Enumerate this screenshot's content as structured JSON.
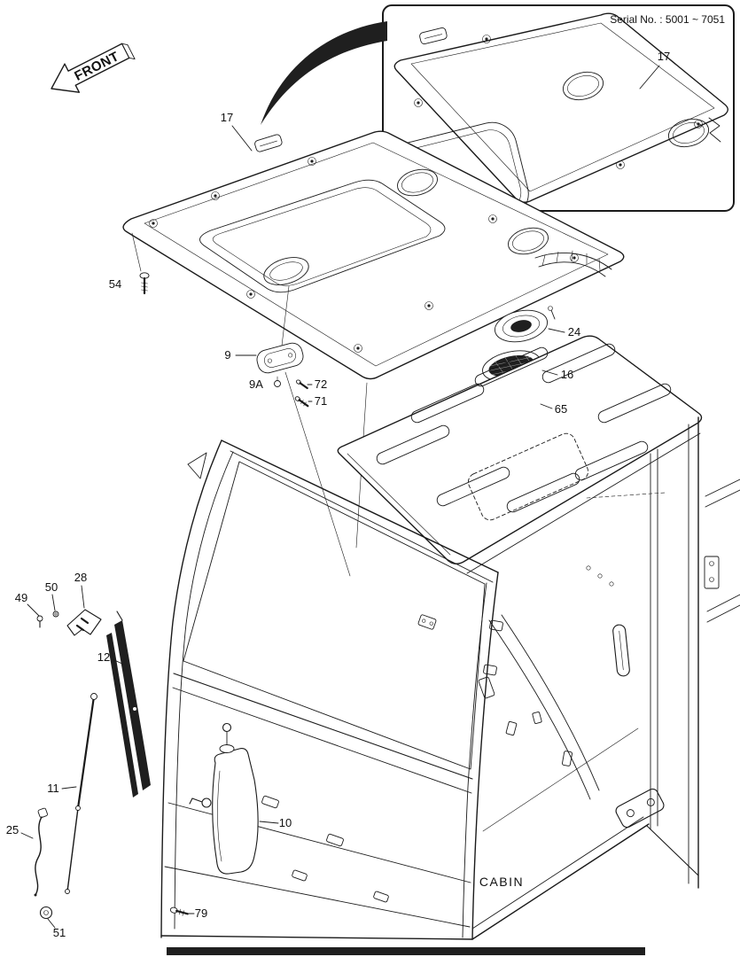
{
  "inset": {
    "serial": "Serial No. : 5001 ~ 7051"
  },
  "labels": {
    "front": "FRONT",
    "cabin": "CABIN"
  },
  "callouts": {
    "c17_inset": "17",
    "c17_main": "17",
    "c54": "54",
    "c9": "9",
    "c9a": "9A",
    "c72": "72",
    "c71": "71",
    "c24": "24",
    "c16": "16",
    "c65": "65",
    "c49": "49",
    "c50": "50",
    "c28": "28",
    "c12": "12",
    "c11": "11",
    "c25": "25",
    "c51": "51",
    "c10": "10",
    "c79": "79"
  }
}
